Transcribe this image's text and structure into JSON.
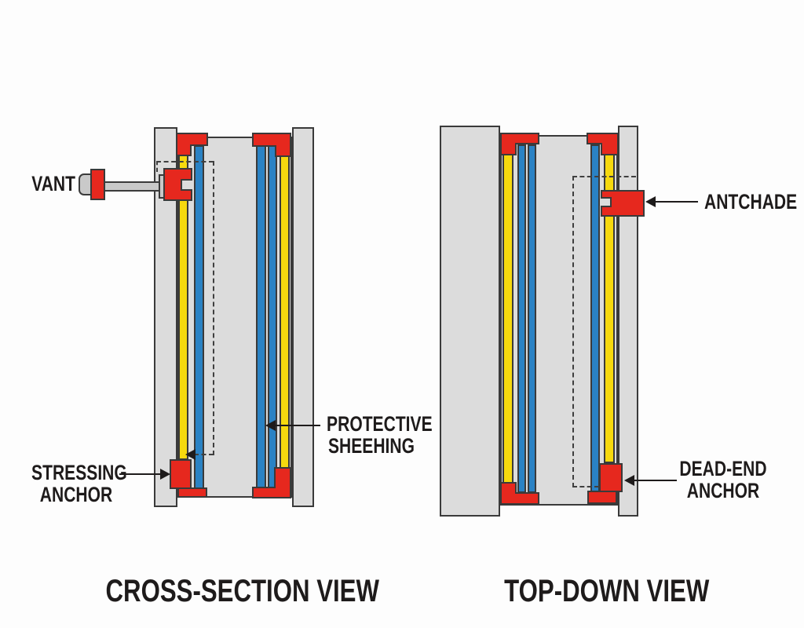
{
  "left_view": {
    "title": "CROSS-SECTION VIEW",
    "label_vant": "VANT",
    "label_stressing_1": "STRESSING",
    "label_stressing_2": "ANCHOR",
    "label_sheathing_1": "PROTECTIVE",
    "label_sheathing_2": "SHEEHING"
  },
  "right_view": {
    "title": "TOP-DOWN VIEW",
    "label_anchorage": "ANTCHADE",
    "label_deadend_1": "DEAD-END",
    "label_deadend_2": "ANCHOR"
  },
  "palette": {
    "red": "#e6281e",
    "yellow": "#f6d90e",
    "blue": "#2a82c4",
    "concrete": "#dcdcdc",
    "steel": "#c9c9c9",
    "outline": "#3a3a3a",
    "text": "#1e1b1b",
    "background": "#fdfdfd"
  }
}
